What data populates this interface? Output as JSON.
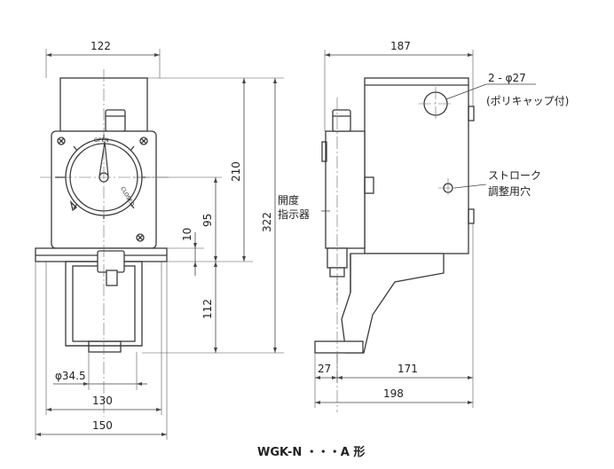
{
  "dimensions": {
    "front_width": "122",
    "side_width": "187",
    "height_210": "210",
    "height_322": "322",
    "height_95": "95",
    "height_10": "10",
    "height_112": "112",
    "phi_34_5": "φ34.5",
    "width_130": "130",
    "width_150": "150",
    "width_27": "27",
    "width_171": "171",
    "width_198": "198"
  },
  "labels": {
    "hole_count": "2 - φ27",
    "hole_note": "(ポリキャップ付)",
    "indicator_line1": "開度",
    "indicator_line2": "指示器",
    "stroke_line1": "ストローク",
    "stroke_line2": "調整用穴",
    "dial_open": "OPEN",
    "dial_closed": "CLOSED"
  },
  "caption": "WGK-N ・・・A 形"
}
